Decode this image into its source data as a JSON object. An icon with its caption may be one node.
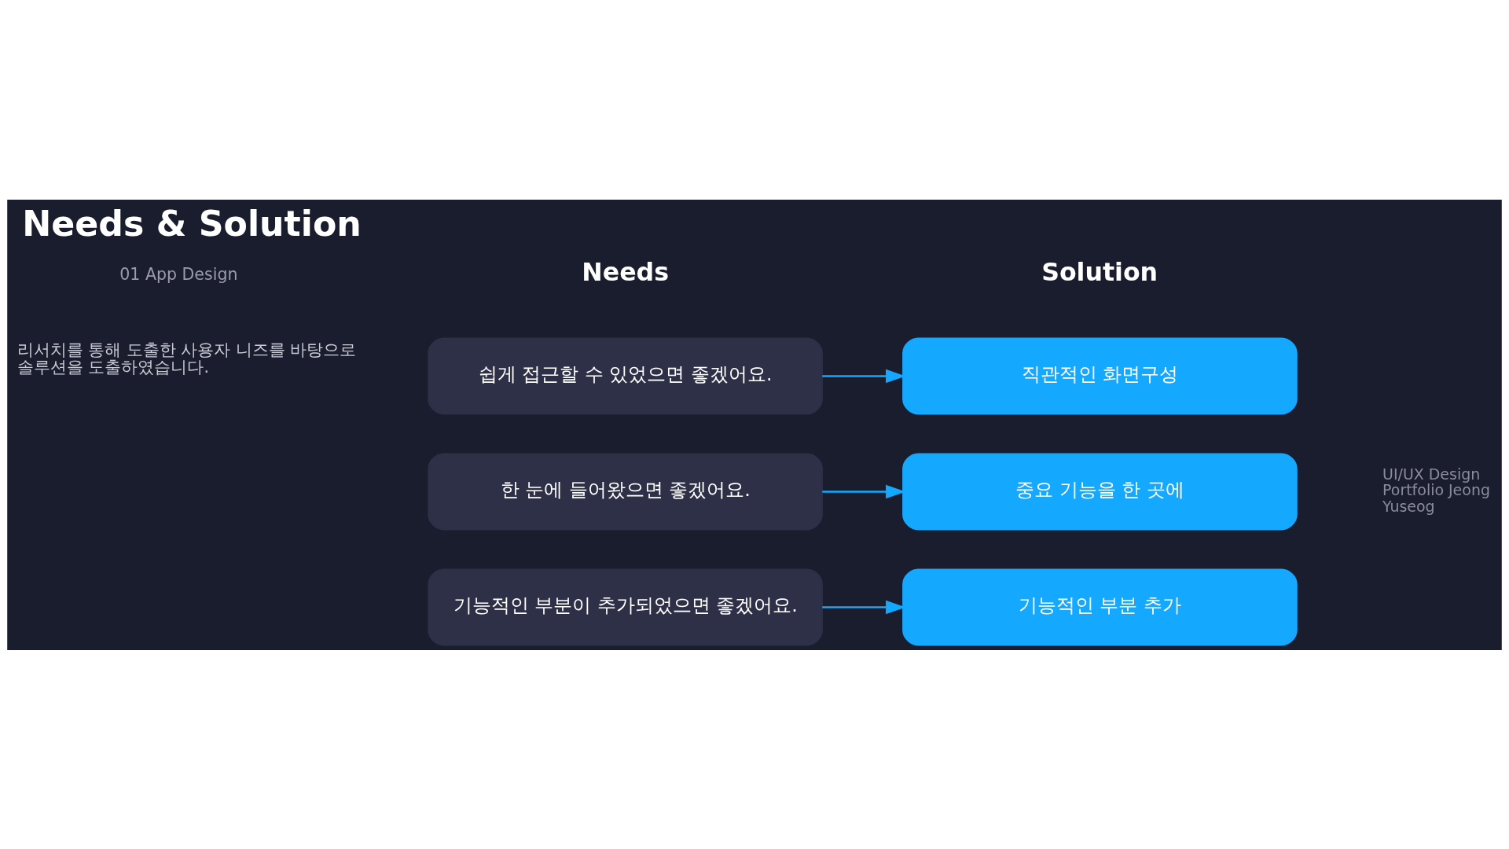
{
  "diagram": {
    "title": "Needs & Solution",
    "nodes": [
      {
        "text": [
          "쉽게 접근할 수 있었으면 좋겠어요."
        ]
      },
      {
        "text": [
          "직관적인 화면구성"
        ]
      },
      {
        "text": [
          "한 눈에 들어왔으면 좋겠어요."
        ]
      },
      {
        "text": [
          "중요 기능을 한 곳에"
        ]
      },
      {
        "text": [
          "기능적인 부분이 추가되었으면 좋겠어요."
        ]
      },
      {
        "text": [
          "기능적인 부분 추가"
        ]
      }
    ],
    "edges": [
      {
        "from": 0,
        "to": 1,
        "arrow": "to"
      },
      {
        "from": 2,
        "to": 3,
        "arrow": "to"
      },
      {
        "from": 4,
        "to": 5,
        "arrow": "to"
      }
    ],
    "labels": [
      "01 App Design",
      "리서치를 통해 도출한 사용자 니즈를 바탕으로 솔루션을 도출하였습니다.",
      "Needs",
      "Solution",
      "UI/UX Design Portfolio Jeong Yuseog"
    ]
  }
}
